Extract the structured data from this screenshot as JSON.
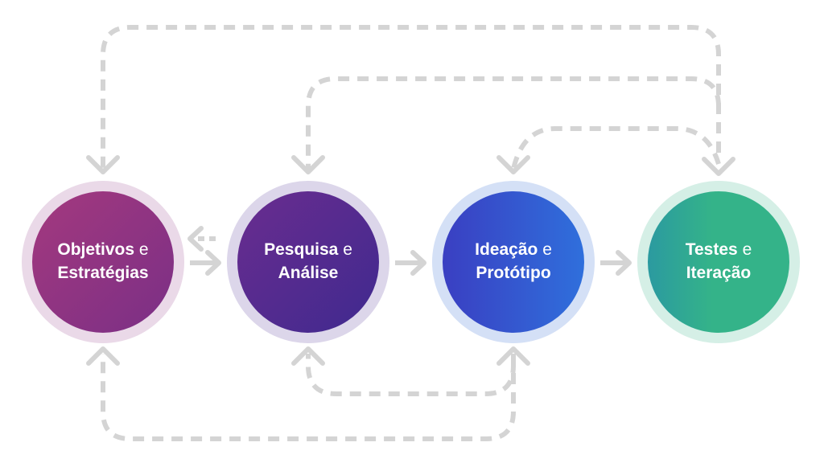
{
  "nodes": [
    {
      "line1_bold": "Objetivos",
      "line1_rest": "e",
      "line2_bold": "Estratégias",
      "color_start": "#a4397e",
      "color_end": "#7a2f86",
      "ring": "#ead9e8"
    },
    {
      "line1_bold": "Pesquisa",
      "line1_rest": "e",
      "line2_bold": "Análise",
      "color_start": "#6a2c8f",
      "color_end": "#3f2a8f",
      "ring": "#dcd6ea"
    },
    {
      "line1_bold": "Ideação",
      "line1_rest": "e",
      "line2_bold": "Protótipo",
      "color_start": "#3a3fc2",
      "color_end": "#2f6fdc",
      "ring": "#d4e0f6"
    },
    {
      "line1_bold": "Testes",
      "line1_rest": "e",
      "line2_bold": "Iteração",
      "color_start": "#2b9aa0",
      "color_end": "#34b389",
      "ring": "#d5efe6"
    }
  ],
  "connector_color": "#d4d4d4"
}
